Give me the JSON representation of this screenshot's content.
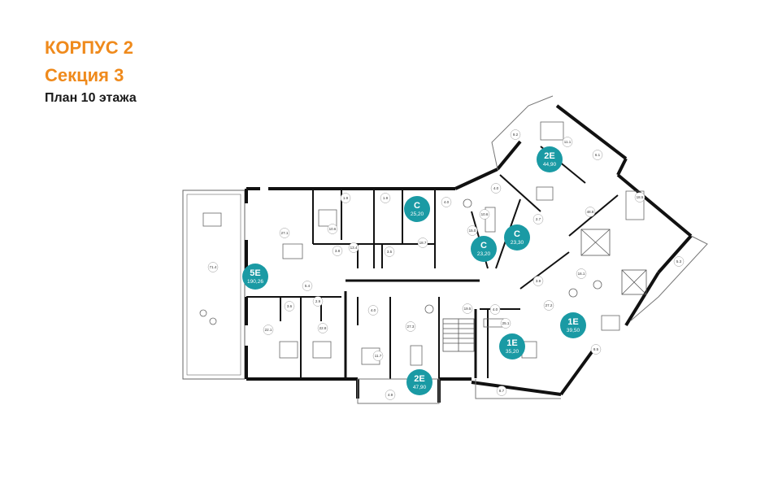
{
  "header": {
    "building": "КОРПУС 2",
    "section": "Секция 3",
    "plan": "План 10 этажа"
  },
  "colors": {
    "accent": "#ef8a1c",
    "badge": "#1a9aa4",
    "wall": "#111111"
  },
  "apartments": [
    {
      "name": "5E",
      "area": "190,26"
    },
    {
      "name": "C",
      "area": "25,20"
    },
    {
      "name": "C",
      "area": "23,20"
    },
    {
      "name": "C",
      "area": "23,30"
    },
    {
      "name": "2E",
      "area": "44,90"
    },
    {
      "name": "1E",
      "area": "39,50"
    },
    {
      "name": "1E",
      "area": "35,20"
    },
    {
      "name": "2E",
      "area": "47,90"
    }
  ],
  "room_areas": [
    "71.4",
    "27.1",
    "5.4",
    "22.1",
    "22.8",
    "3.6",
    "2.9",
    "10.6",
    "13.4",
    "3.8",
    "3.5",
    "1.9",
    "1.9",
    "18.7",
    "15.0",
    "4.0",
    "10.6",
    "9.2",
    "11.1",
    "6.1",
    "18.5",
    "5.3",
    "16.1",
    "27.2",
    "3.9",
    "8.5",
    "25.1",
    "4.0",
    "19.5",
    "11.7",
    "27.3",
    "4.0",
    "4.9",
    "8.7",
    "4.0",
    "2.7",
    "48.8"
  ]
}
